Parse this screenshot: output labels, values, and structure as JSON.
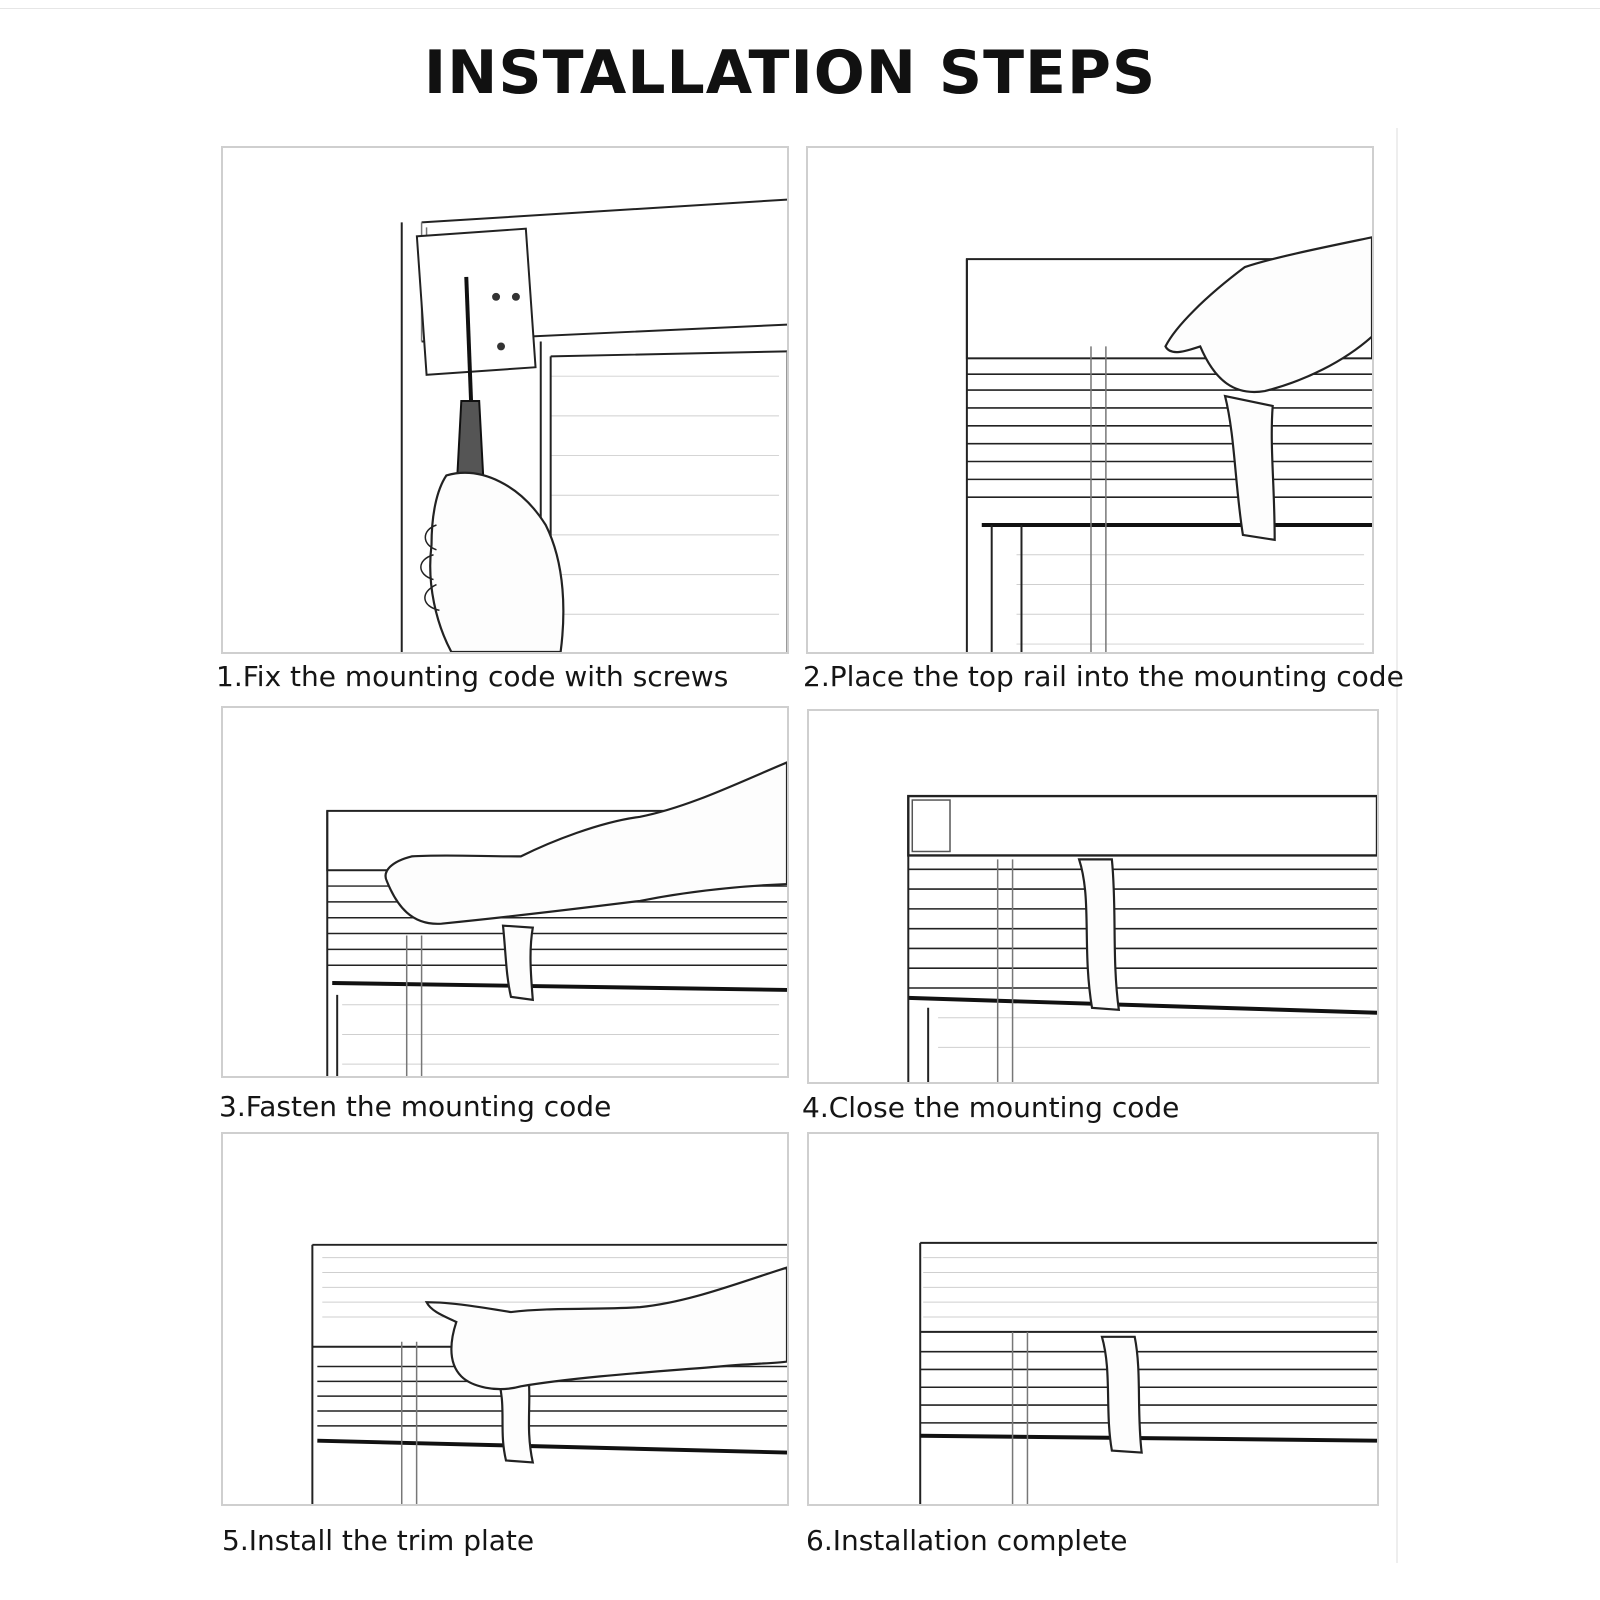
{
  "title": "INSTALLATION STEPS",
  "steps": [
    {
      "caption": "1.Fix the mounting code with screws"
    },
    {
      "caption": "2.Place the top rail into the mounting code"
    },
    {
      "caption": "3.Fasten the mounting code"
    },
    {
      "caption": "4.Close the mounting code"
    },
    {
      "caption": "5.Install the trim plate"
    },
    {
      "caption": "6.Installation complete"
    }
  ]
}
